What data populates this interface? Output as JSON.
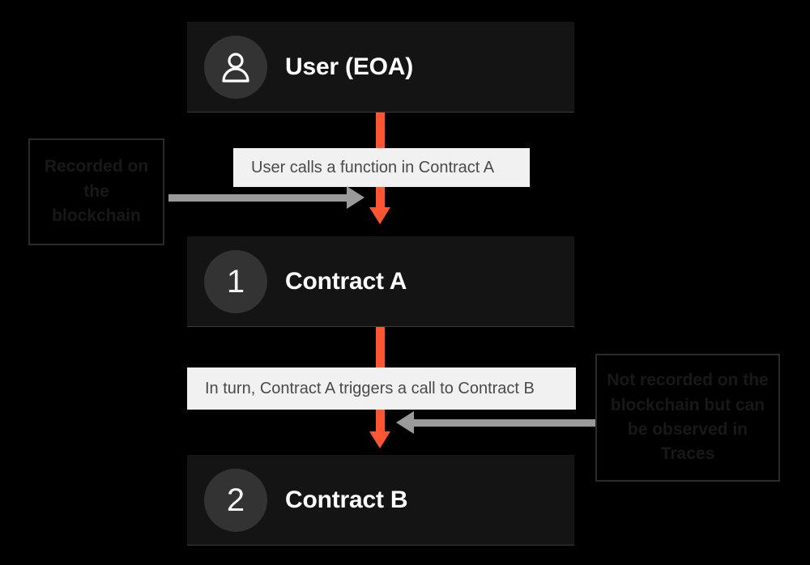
{
  "diagram": {
    "background_color": "#000000",
    "accent_color": "#ff5533",
    "nodes": [
      {
        "id": "user",
        "badge_type": "person-icon",
        "badge_text": "",
        "label": "User (EOA)"
      },
      {
        "id": "contract-a",
        "badge_type": "number",
        "badge_text": "1",
        "label": "Contract A"
      },
      {
        "id": "contract-b",
        "badge_type": "number",
        "badge_text": "2",
        "label": "Contract B"
      }
    ],
    "edge_labels": [
      {
        "id": "edge-1",
        "text": "User calls a function in Contract A"
      },
      {
        "id": "edge-2",
        "text": "In turn, Contract A triggers a call to Contract B"
      }
    ],
    "notes": [
      {
        "id": "note-left",
        "text": "Recorded on the blockchain"
      },
      {
        "id": "note-right",
        "text": "Not recorded on the blockchain but can be observed in Traces"
      }
    ]
  }
}
